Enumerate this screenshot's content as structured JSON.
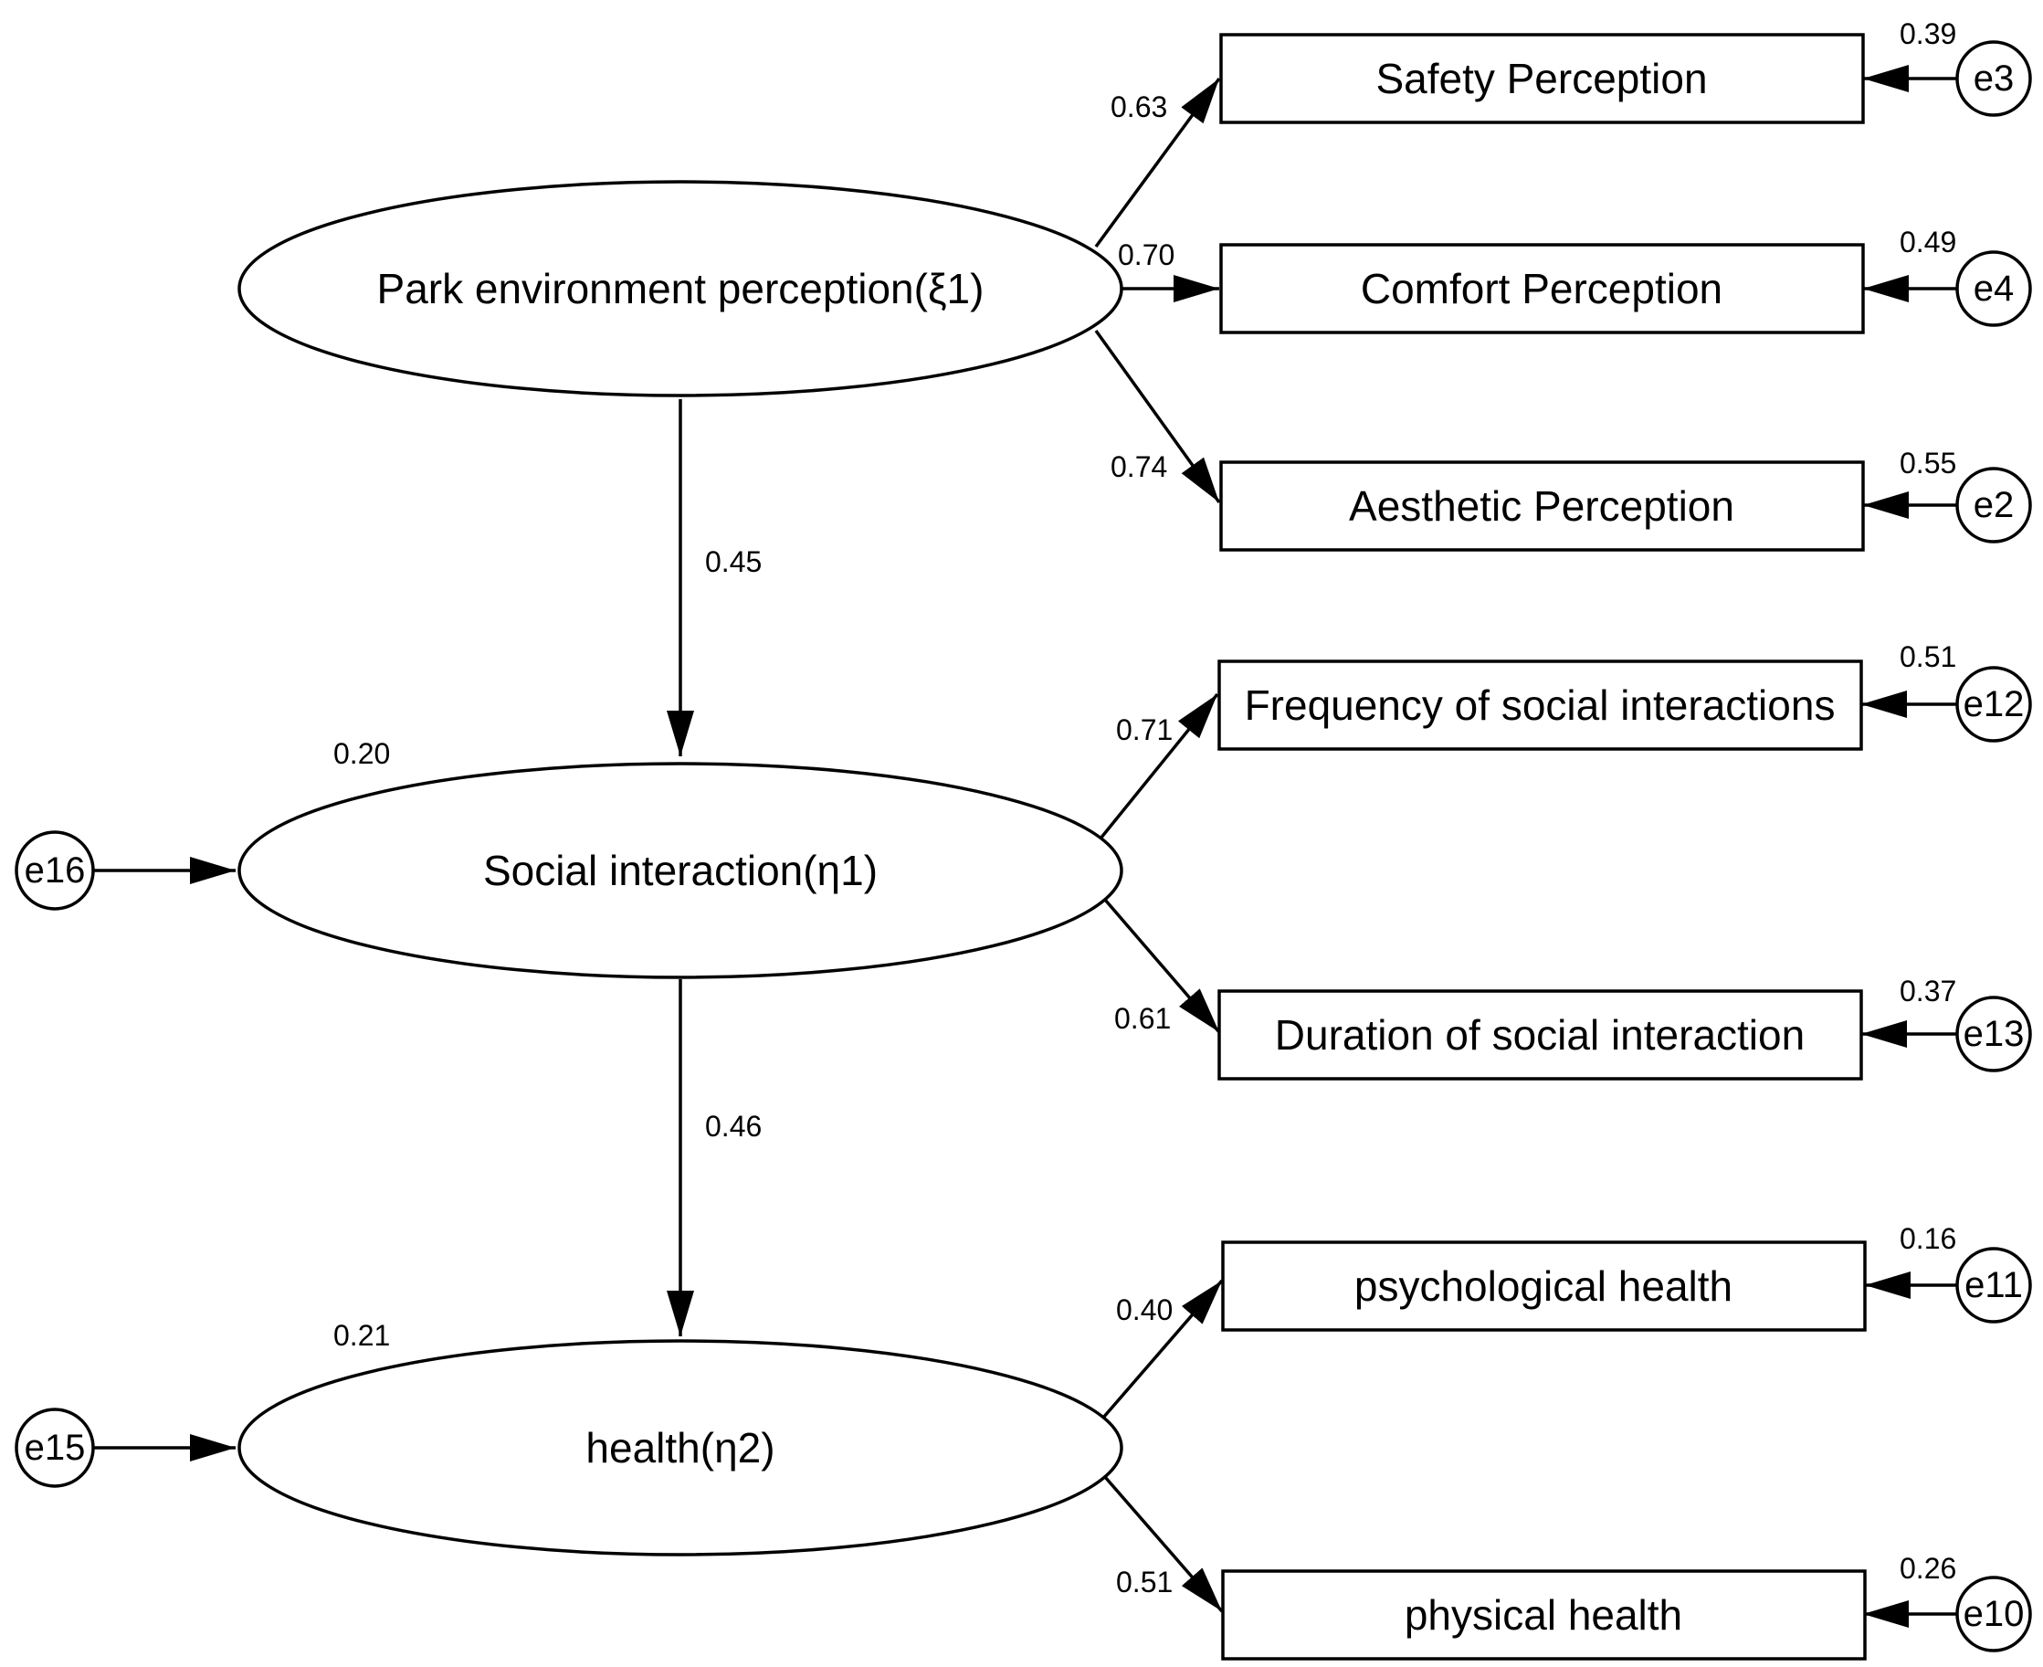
{
  "diagram": {
    "latents": {
      "xi1": {
        "label": "Park environment perception(ξ1)"
      },
      "eta1": {
        "label": "Social interaction(η1)",
        "r2": "0.20"
      },
      "eta2": {
        "label": "health(η2)",
        "r2": "0.21"
      }
    },
    "indicators": {
      "safety": {
        "label": "Safety Perception",
        "error": "e3",
        "error_value": "0.39",
        "loading": "0.63"
      },
      "comfort": {
        "label": "Comfort Perception",
        "error": "e4",
        "error_value": "0.49",
        "loading": "0.70"
      },
      "aesthetic": {
        "label": "Aesthetic Perception",
        "error": "e2",
        "error_value": "0.55",
        "loading": "0.74"
      },
      "frequency": {
        "label": "Frequency of social interactions",
        "error": "e12",
        "error_value": "0.51",
        "loading": "0.71"
      },
      "duration": {
        "label": "Duration of social interaction",
        "error": "e13",
        "error_value": "0.37",
        "loading": "0.61"
      },
      "psychological": {
        "label": "psychological health",
        "error": "e11",
        "error_value": "0.16",
        "loading": "0.40"
      },
      "physical": {
        "label": "physical health",
        "error": "e10",
        "error_value": "0.26",
        "loading": "0.51"
      }
    },
    "structural_paths": {
      "xi1_to_eta1": "0.45",
      "eta1_to_eta2": "0.46"
    },
    "disturbances": {
      "eta1": "e16",
      "eta2": "e15"
    }
  }
}
